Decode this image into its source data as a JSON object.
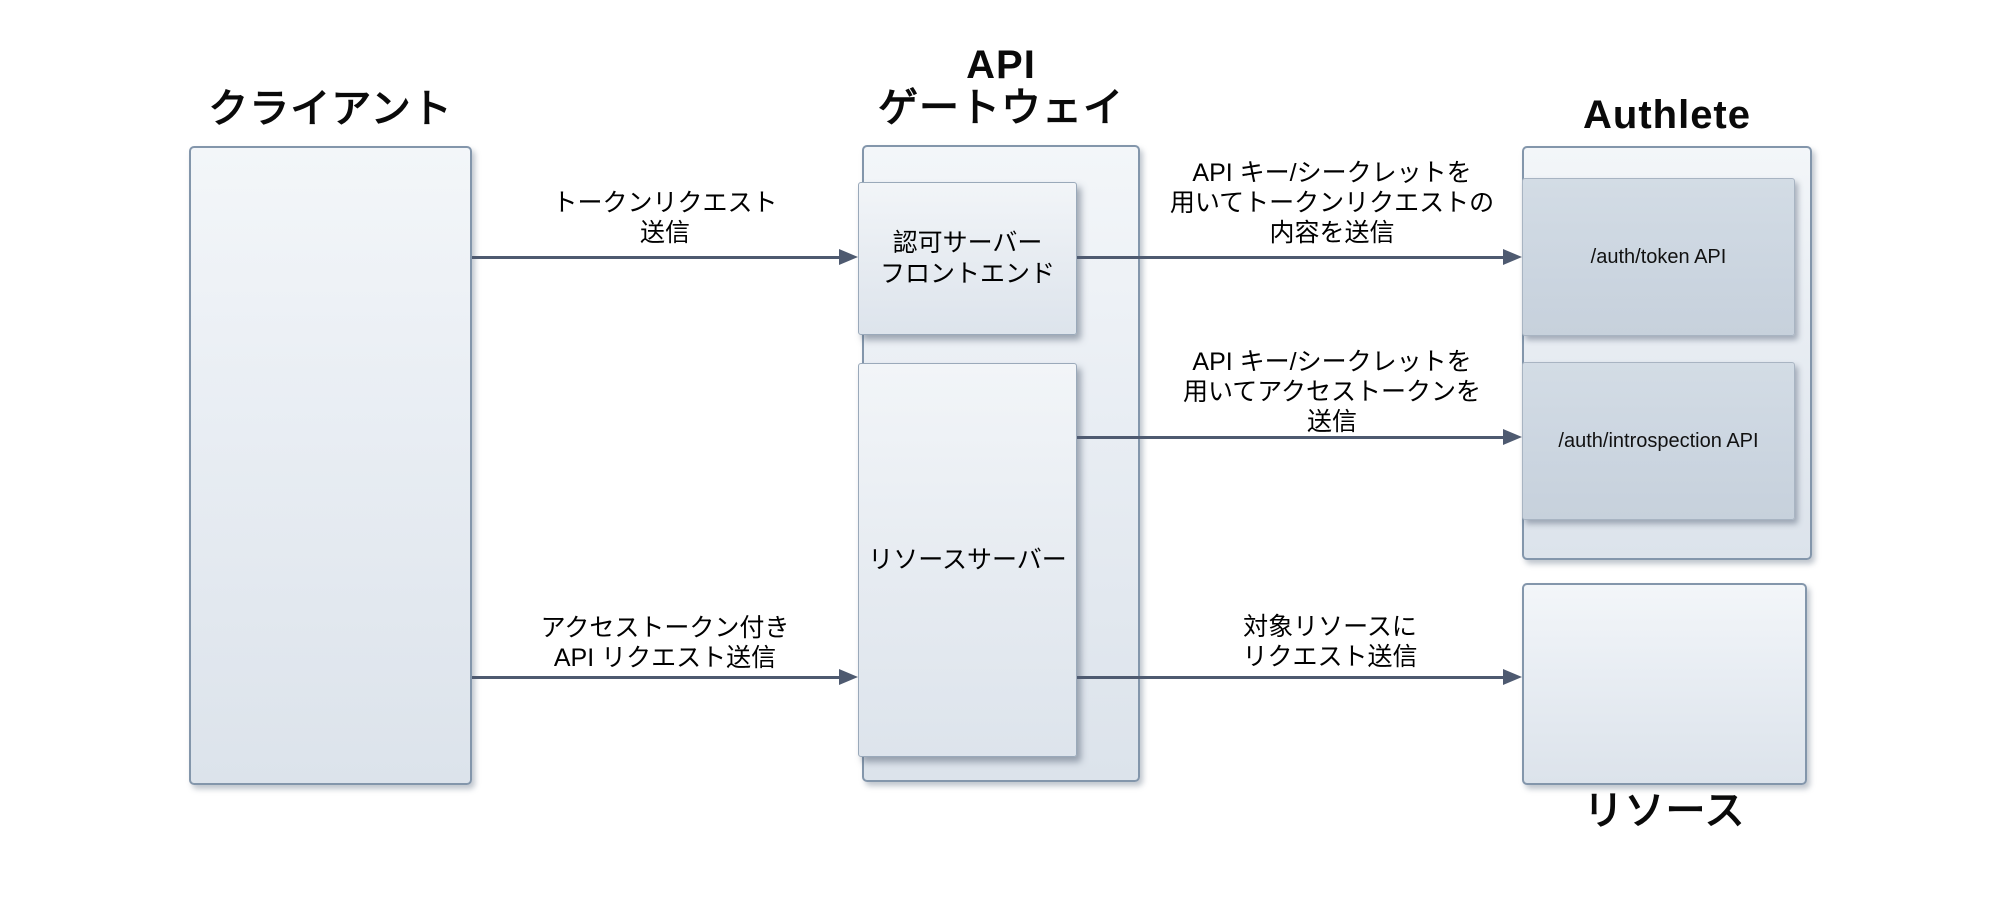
{
  "columns": {
    "client": {
      "title": "クライアント"
    },
    "gateway": {
      "title_line1": "API",
      "title_line2": "ゲートウェイ"
    },
    "authlete": {
      "title": "Authlete"
    },
    "resource": {
      "title": "リソース"
    }
  },
  "nodes": {
    "auth_server_frontend": {
      "label_line1": "認可サーバー",
      "label_line2": "フロントエンド"
    },
    "resource_server": {
      "label": "リソースサーバー"
    },
    "auth_token_api": {
      "label": "/auth/token API"
    },
    "auth_introspection_api": {
      "label": "/auth/introspection API"
    }
  },
  "arrows": {
    "token_request": {
      "line1": "トークンリクエスト",
      "line2": "送信"
    },
    "token_request_content": {
      "line1": "API キー/シークレットを",
      "line2": "用いてトークンリクエストの",
      "line3": "内容を送信"
    },
    "access_token": {
      "line1": "API キー/シークレットを",
      "line2": "用いてアクセストークンを",
      "line3": "送信"
    },
    "api_request": {
      "line1": "アクセストークン付き",
      "line2": "API リクエスト送信"
    },
    "resource_request": {
      "line1": "対象リソースに",
      "line2": "リクエスト送信"
    }
  },
  "colors": {
    "box_fill_light_top": "#f3f6f9",
    "box_fill_light_bottom": "#dce3eb",
    "box_fill_dark": "#cbd5e0",
    "box_border": "#8396ab",
    "arrow": "#4e5a70",
    "text": "#000000",
    "background": "#ffffff"
  }
}
